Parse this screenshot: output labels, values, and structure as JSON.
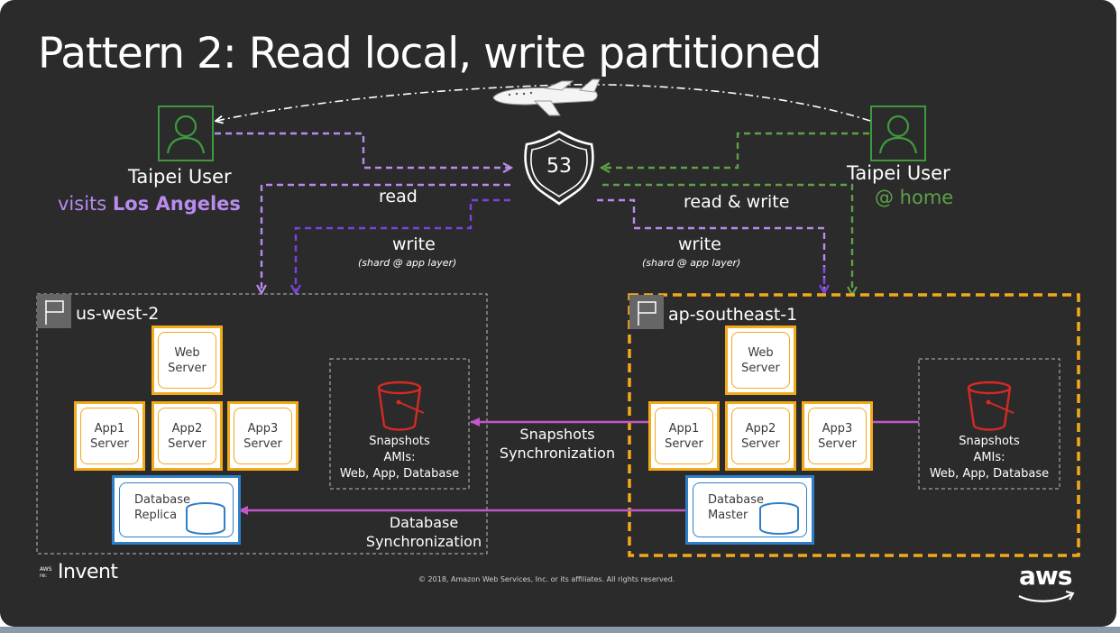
{
  "title": "Pattern 2: Read local, write partitioned",
  "users": {
    "left": {
      "name": "Taipei User",
      "line2_prefix": "visits ",
      "line2_emph": "Los Angeles"
    },
    "right": {
      "name": "Taipei User",
      "line2": "@ home"
    }
  },
  "route53": {
    "label": "53"
  },
  "flows": {
    "read": "read",
    "read_write": "read & write",
    "write_left": "write",
    "write_left_note": "(shard @ app layer)",
    "write_right": "write",
    "write_right_note": "(shard @ app layer)"
  },
  "regions": {
    "west": {
      "name": "us-west-2",
      "web": "Web\nServer",
      "apps": [
        "App1\nServer",
        "App2\nServer",
        "App3\nServer"
      ],
      "db": "Database\nReplica",
      "snap": "Snapshots\nAMIs:\nWeb, App, Database"
    },
    "east": {
      "name": "ap-southeast-1",
      "web": "Web\nServer",
      "apps": [
        "App1\nServer",
        "App2\nServer",
        "App3\nServer"
      ],
      "db": "Database\nMaster",
      "snap": "Snapshots\nAMIs:\nWeb, App, Database"
    }
  },
  "sync": {
    "snapshots": "Snapshots\nSynchronization",
    "database": "Database\nSynchronization"
  },
  "footer": {
    "event_small": "AWS\nre:",
    "event": "Invent",
    "copyright": "© 2018, Amazon Web Services, Inc. or its affiliates. All rights reserved.",
    "brand": "aws"
  },
  "colors": {
    "background": "#2b2b2b",
    "user_green": "#3e9a3e",
    "purple_light": "#b98bee",
    "purple_dark": "#7b43e0",
    "green_path": "#5fa046",
    "highlight": "#f2a91a",
    "sync_magenta": "#c257c8",
    "db_blue": "#2f7fc8",
    "bucket_red": "#d62a24"
  }
}
